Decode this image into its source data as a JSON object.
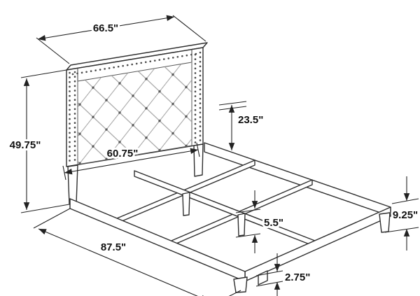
{
  "diagram": {
    "subject": "upholstered bed frame with button-tufted wingback headboard and nailhead trim",
    "labels": {
      "headboard_width": "66.5\"",
      "headboard_height": "49.75\"",
      "headboard_panel_height": "23.5\"",
      "inner_slat_width": "60.75\"",
      "overall_length": "87.5\"",
      "side_rail_height": "9.25\"",
      "center_leg_height": "5.5\"",
      "foot_support_height": "2.75\""
    },
    "colors": {
      "line": "#2f2f2f",
      "background": "#ffffff"
    }
  }
}
